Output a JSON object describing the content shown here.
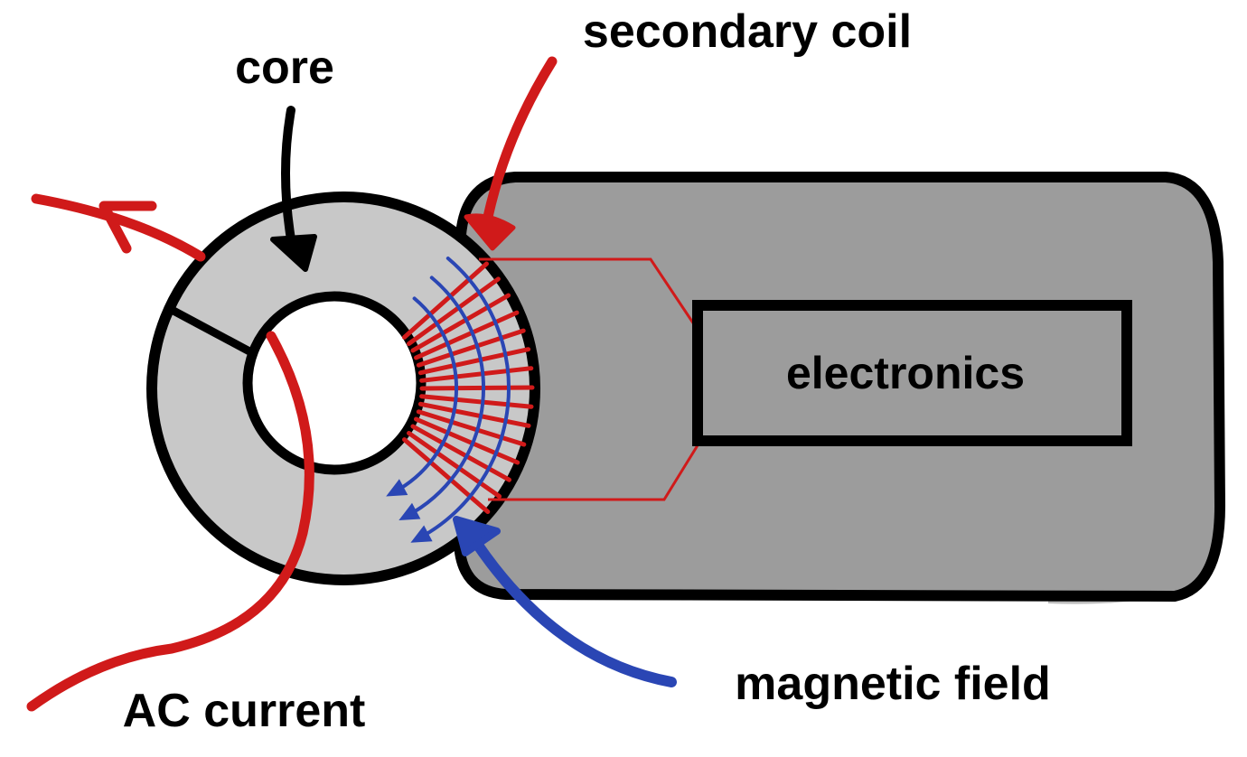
{
  "diagram": {
    "title": "Current transformer (clamp sensor) schematic",
    "labels": {
      "core": "core",
      "secondary_coil": "secondary coil",
      "electronics": "electronics",
      "magnetic_field": "magnetic field",
      "ac_current": "AC current"
    },
    "components": [
      {
        "id": "core",
        "description": "split toroidal core surrounding the conductor"
      },
      {
        "id": "secondary-coil",
        "description": "winding on the core connected to the electronics",
        "turns_visible": 15
      },
      {
        "id": "electronics",
        "description": "rectangular electronics block inside the housing"
      },
      {
        "id": "housing",
        "description": "rounded gray enclosure"
      },
      {
        "id": "conductor",
        "description": "wire carrying AC current through the core center"
      },
      {
        "id": "magnetic-field",
        "description": "field lines circulating inside the core",
        "lines_visible": 3
      }
    ],
    "colors": {
      "core_fill": "#c8c8c8",
      "housing_fill": "#9c9c9c",
      "outline": "#000000",
      "current_red": "#d01a1a",
      "field_blue": "#2a46b4",
      "background": "#ffffff"
    }
  }
}
